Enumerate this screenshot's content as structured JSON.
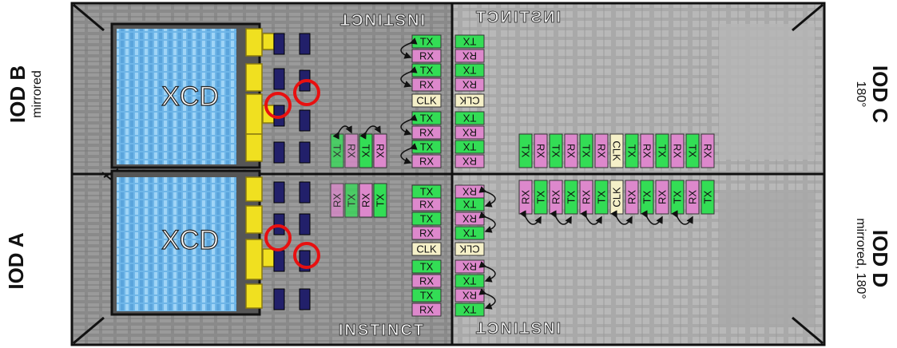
{
  "labels": {
    "iod_b": "IOD B",
    "iod_b_sub": "mirrored",
    "iod_a": "IOD A",
    "iod_c": "IOD C",
    "iod_c_sub": "180°",
    "iod_d": "IOD D",
    "iod_d_sub": "mirrored, 180°",
    "xcd_top": "XCD",
    "xcd_bottom": "XCD",
    "instinct": "INSTINCT"
  },
  "links": {
    "tx": "TX",
    "rx": "RX",
    "clk": "CLK",
    "column_sequence": [
      "TX",
      "RX",
      "TX",
      "RX",
      "CLK",
      "TX",
      "RX",
      "TX",
      "RX"
    ],
    "row_sequence": [
      "TX",
      "RX",
      "TX",
      "RX",
      "TX",
      "RX",
      "CLK",
      "TX",
      "RX",
      "TX",
      "RX",
      "TX",
      "RX"
    ]
  },
  "colors": {
    "tx": "#33dd55",
    "rx": "#dd88cc",
    "clk": "#f5f0c8",
    "xcd_blue": "#6fb6e8",
    "yellow": "#f0e020",
    "navy": "#22206a",
    "red": "#e81010"
  }
}
